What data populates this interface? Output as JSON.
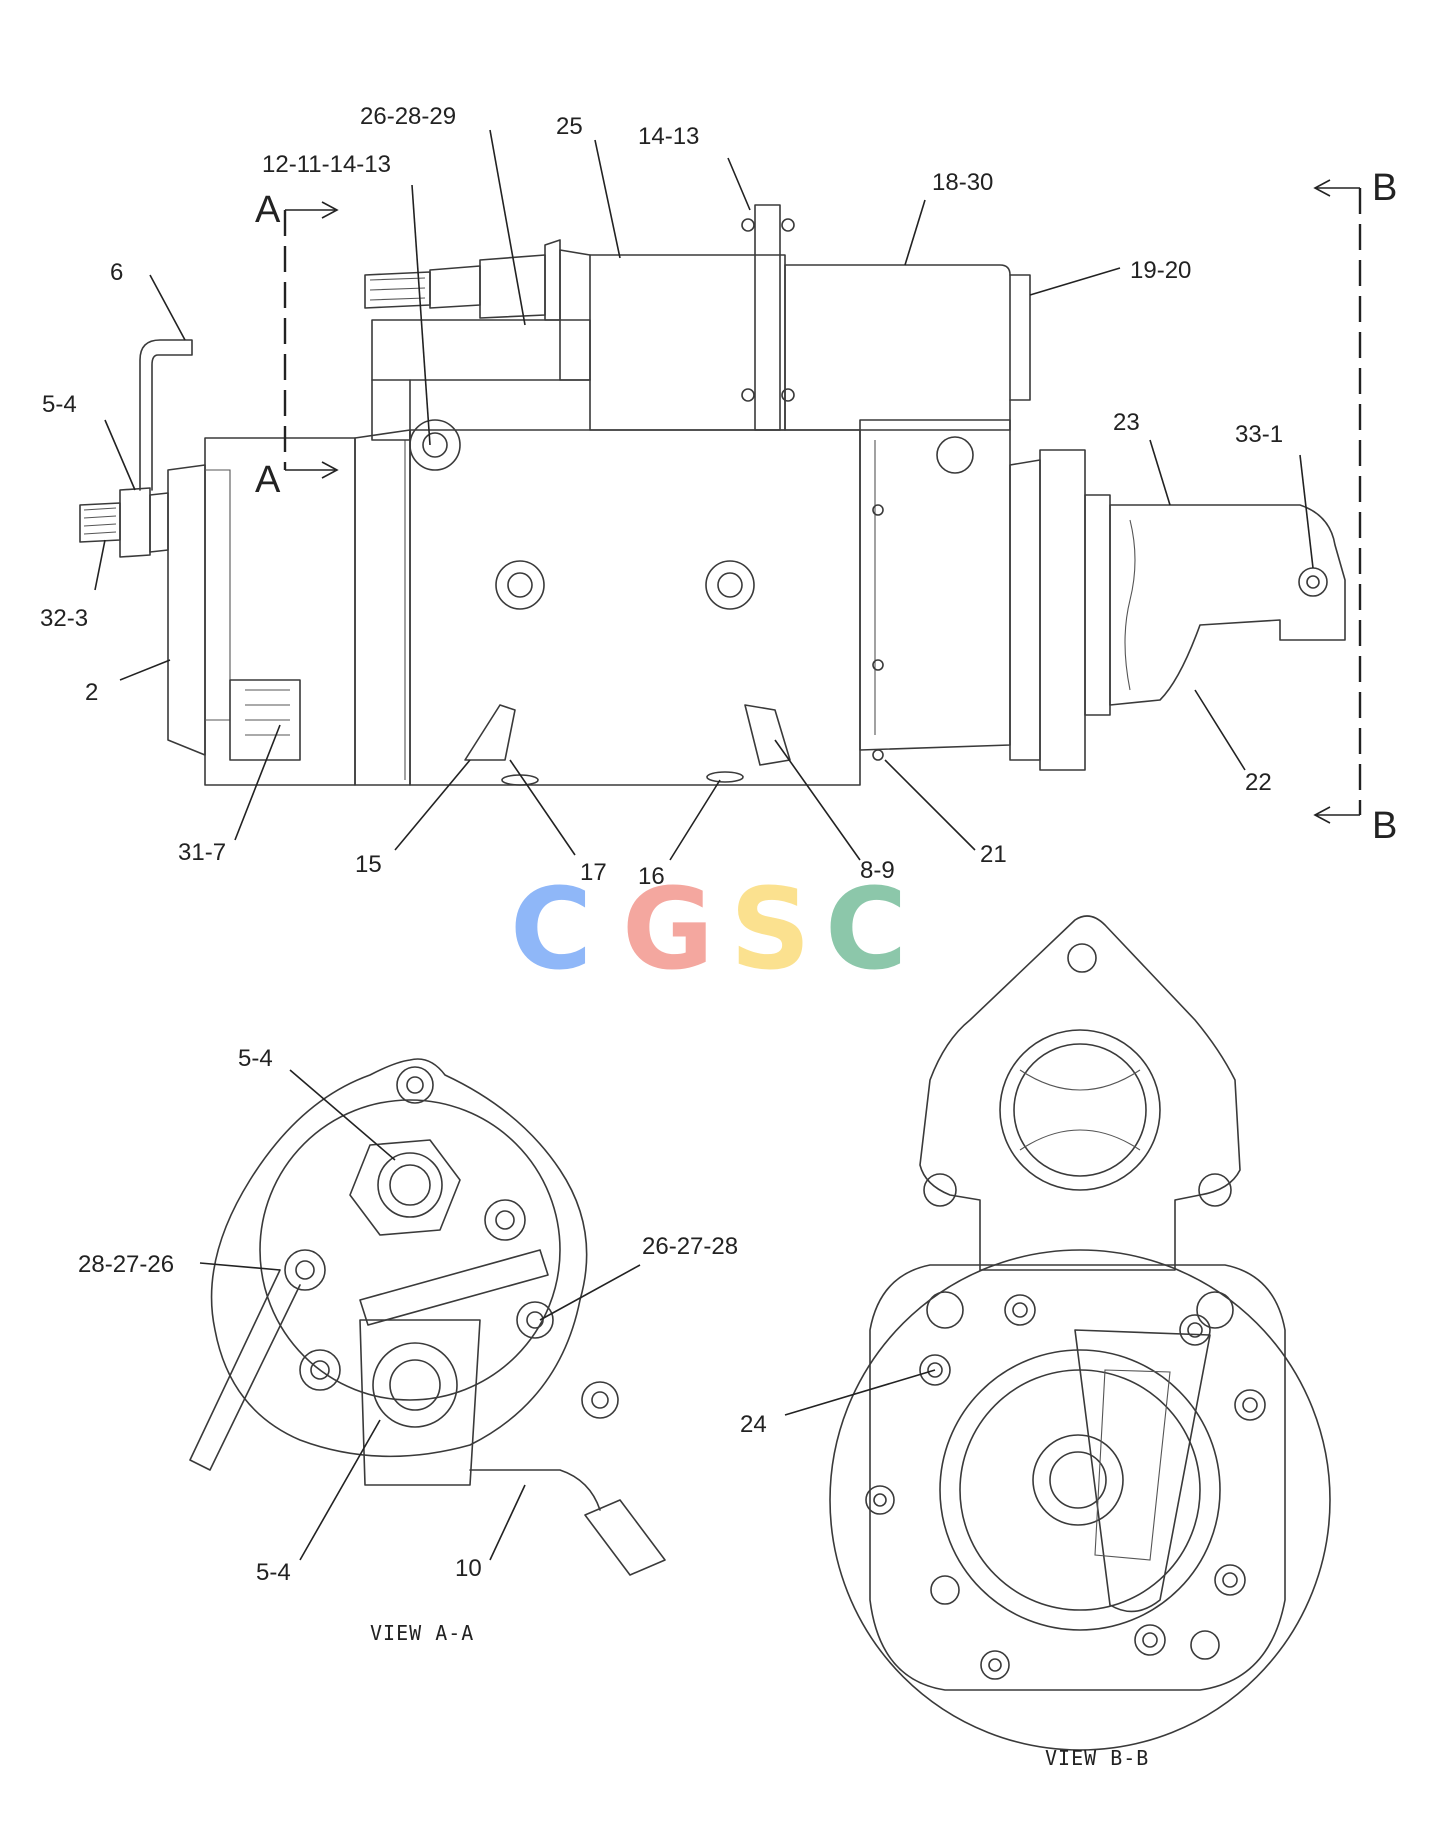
{
  "callouts": {
    "c_26_28_29": "26-28-29",
    "c_25": "25",
    "c_14_13": "14-13",
    "c_18_30": "18-30",
    "c_12_11_14_13": "12-11-14-13",
    "c_19_20": "19-20",
    "c_6": "6",
    "c_5_4_top": "5-4",
    "c_23": "23",
    "c_33_1": "33-1",
    "c_32_3": "32-3",
    "c_2": "2",
    "c_22": "22",
    "c_31_7": "31-7",
    "c_15": "15",
    "c_17": "17",
    "c_16": "16",
    "c_8_9": "8-9",
    "c_21": "21",
    "c_5_4_viewa_top": "5-4",
    "c_28_27_26": "28-27-26",
    "c_26_27_28": "26-27-28",
    "c_5_4_viewa_bottom": "5-4",
    "c_10": "10",
    "c_24": "24"
  },
  "section_markers": {
    "a_top": "A",
    "a_bottom": "A",
    "b_top": "B",
    "b_bottom": "B"
  },
  "view_labels": {
    "view_a": "VIEW A-A",
    "view_b": "VIEW B-B"
  },
  "watermark": {
    "letters": [
      "C",
      "G",
      "S",
      "C"
    ],
    "colors": [
      "#8ab4f8",
      "#f4a39a",
      "#fbe08a",
      "#86c5a6"
    ]
  }
}
